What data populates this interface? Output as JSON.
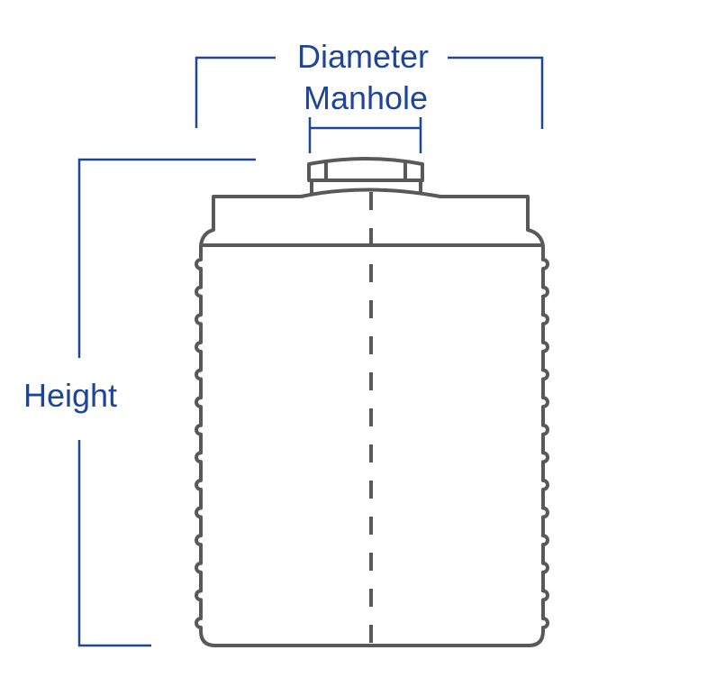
{
  "labels": {
    "diameter": "Diameter",
    "manhole": "Manhole",
    "height": "Height"
  },
  "colors": {
    "dimension": "#1f4597",
    "outline": "#595959"
  }
}
